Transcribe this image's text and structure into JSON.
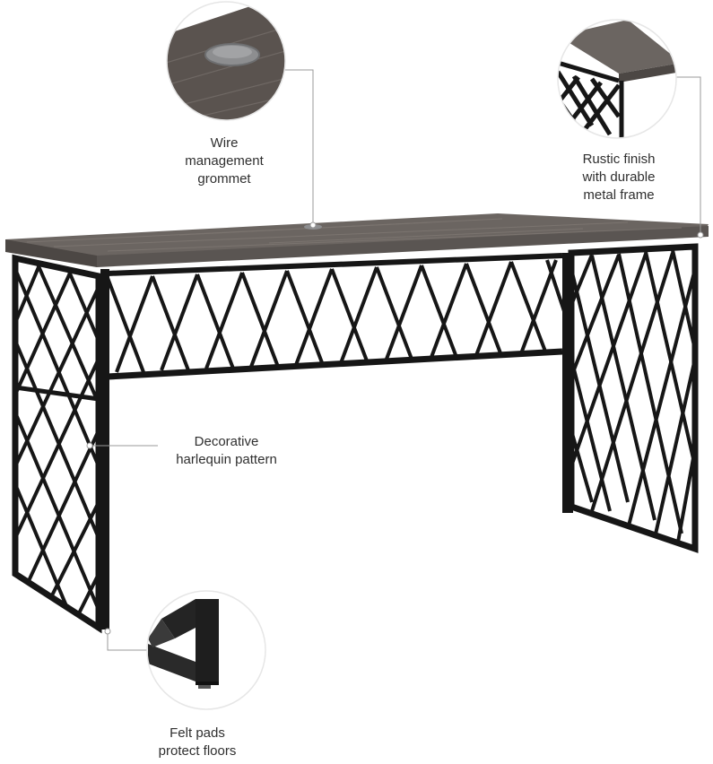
{
  "colors": {
    "background": "#ffffff",
    "desktop_top": "#6b6561",
    "desktop_edge": "#4c4744",
    "desktop_grain": "#827b76",
    "frame_metal": "#161616",
    "callout_ring": "#e6e6e6",
    "leader_line": "#9a9a9a",
    "grommet": "#8d8e90",
    "text": "#2f2f2f"
  },
  "callouts": {
    "wire_grommet": {
      "label": "Wire\nmanagement\ngrommet",
      "icon": "grommet-closeup-icon"
    },
    "rustic_finish": {
      "label": "Rustic finish\nwith durable\nmetal frame",
      "icon": "corner-closeup-icon"
    },
    "harlequin_pattern": {
      "label": "Decorative\nharlequin pattern"
    },
    "felt_pads": {
      "label": "Felt pads\nprotect floors",
      "icon": "foot-closeup-icon"
    }
  }
}
